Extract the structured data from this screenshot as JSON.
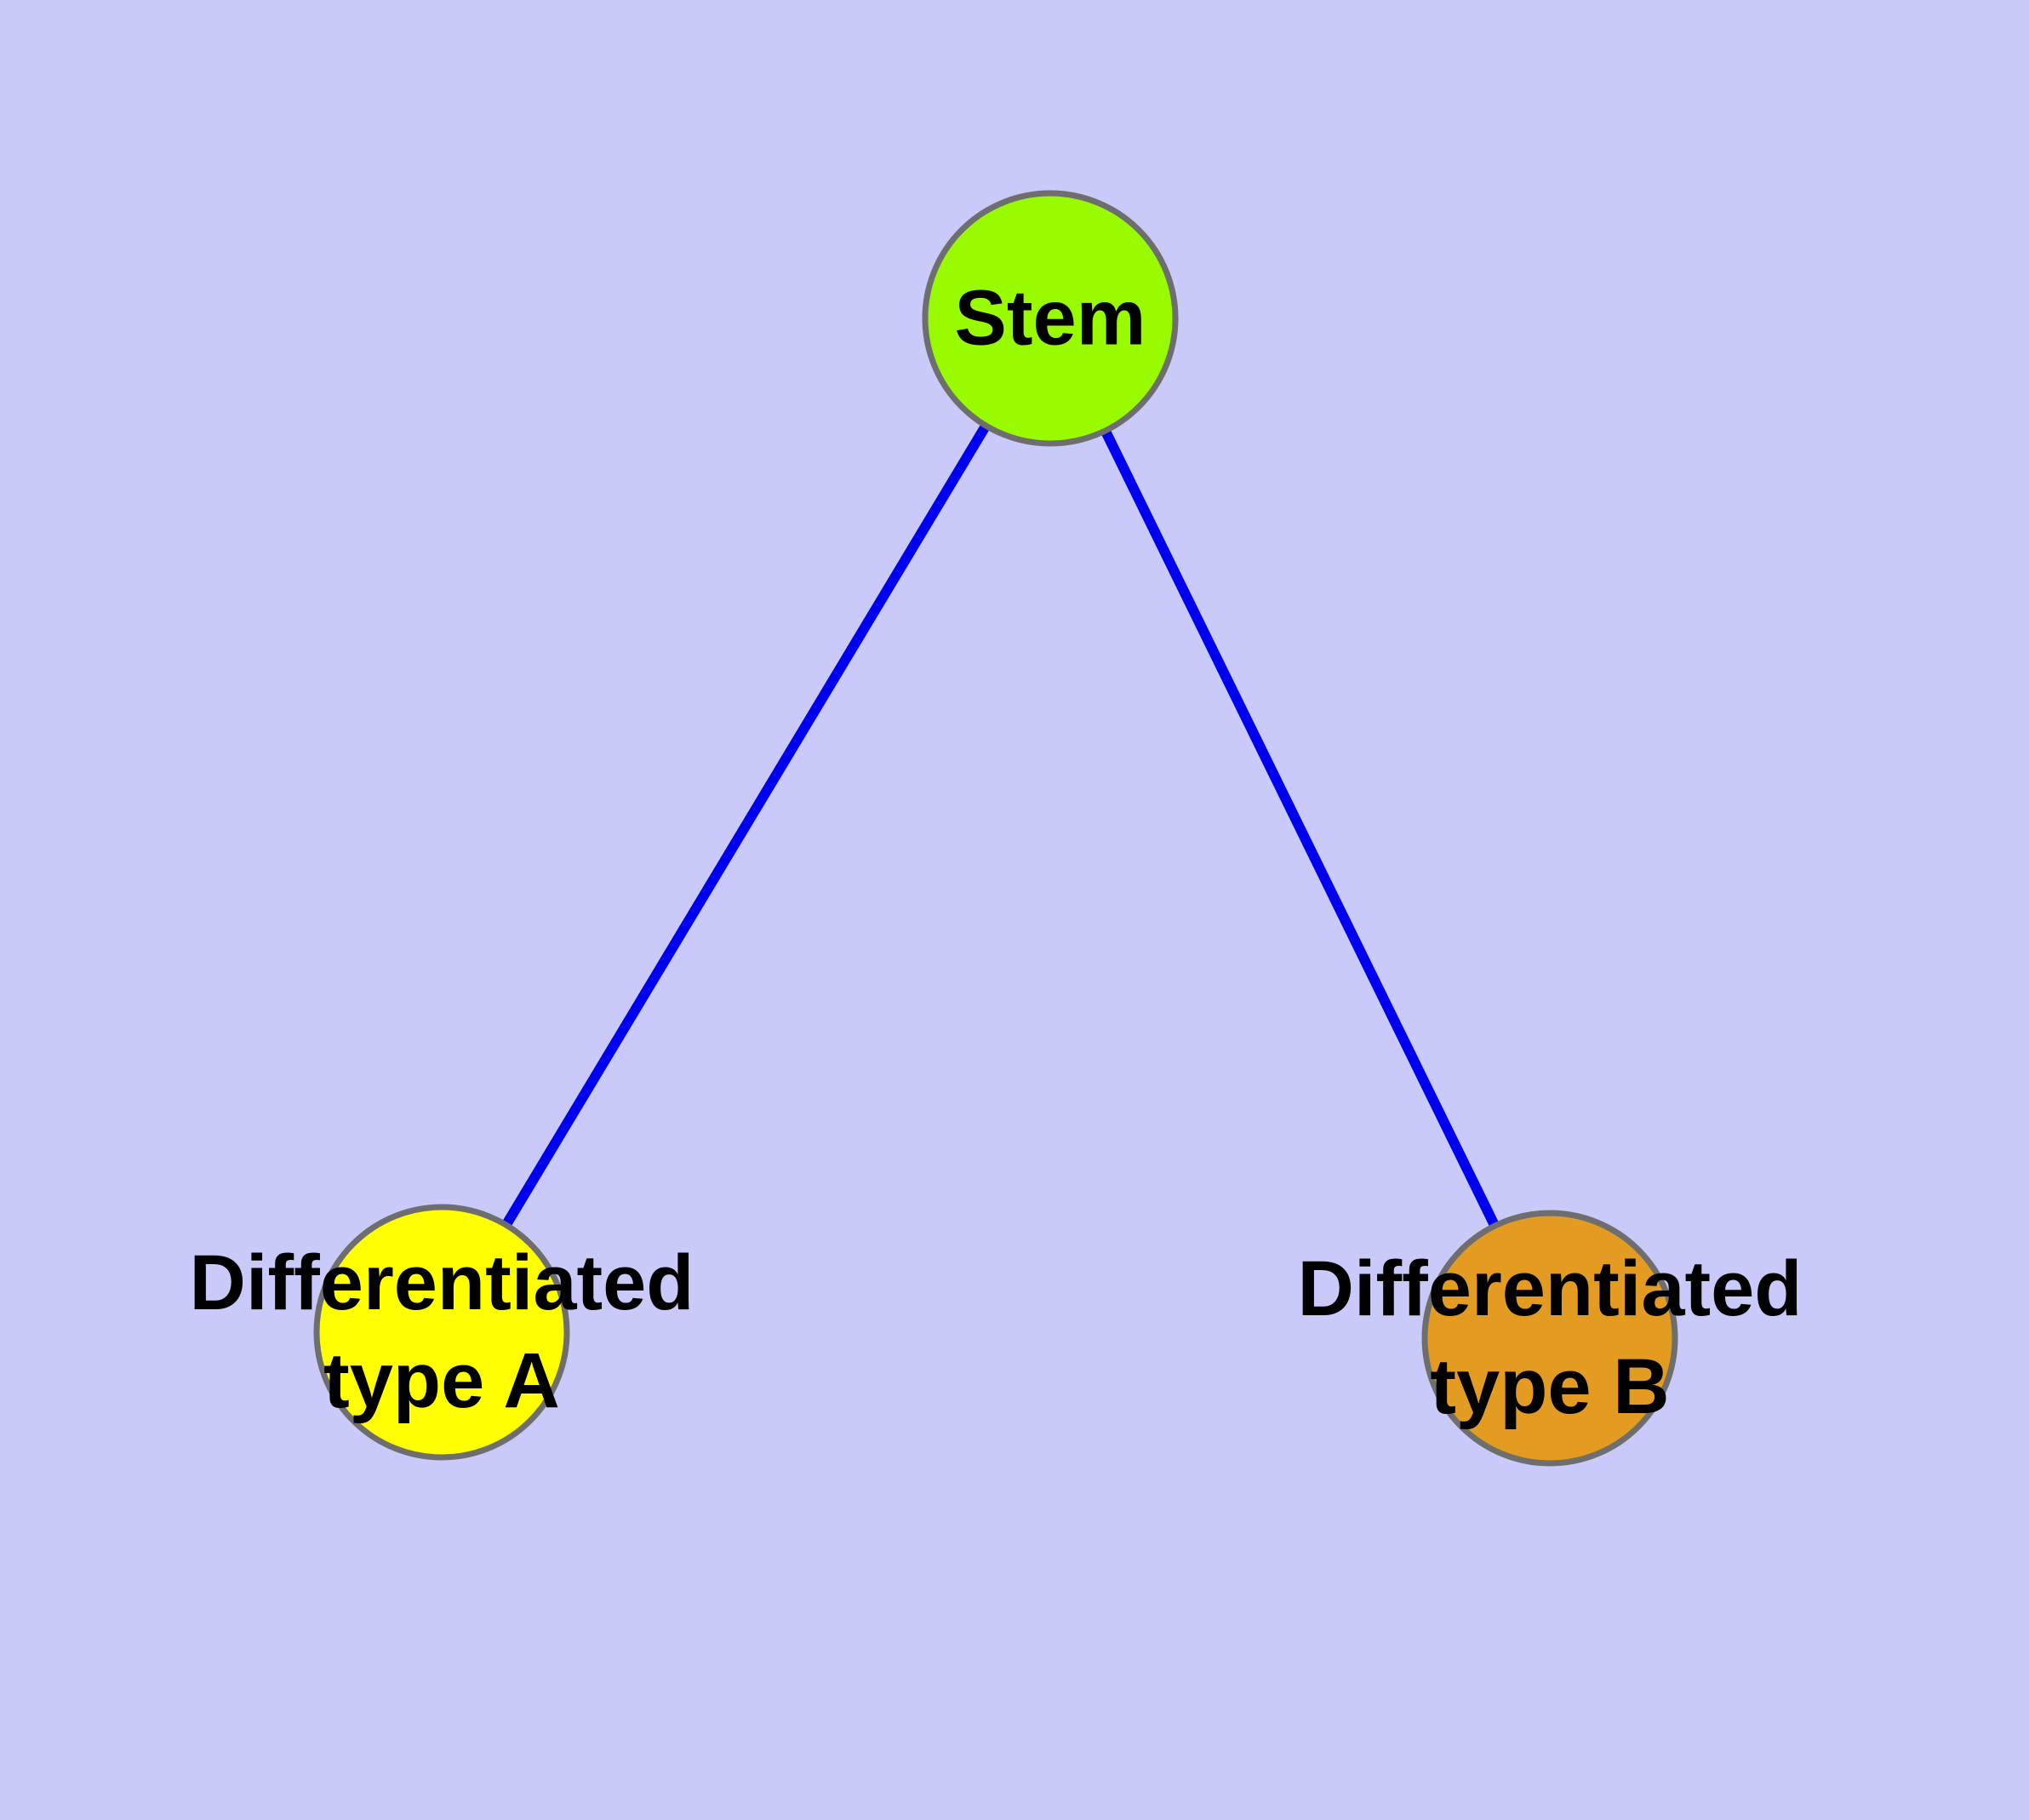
{
  "diagram": {
    "background_color": "#c9c9fa",
    "edge_color": "#0000f0",
    "node_border_color": "#6e6e6e",
    "label_color": "#000000",
    "nodes": [
      {
        "id": "stem",
        "label_lines": [
          "Stem"
        ],
        "fill": "#99fb00"
      },
      {
        "id": "type-a",
        "label_lines": [
          "Differentiated",
          "type A"
        ],
        "fill": "#ffff00"
      },
      {
        "id": "type-b",
        "label_lines": [
          "Differentiated",
          "type B"
        ],
        "fill": "#e39c21"
      }
    ],
    "edges": [
      {
        "from": "Stem",
        "to": "Differentiated type A"
      },
      {
        "from": "Stem",
        "to": "Differentiated type B"
      }
    ]
  }
}
